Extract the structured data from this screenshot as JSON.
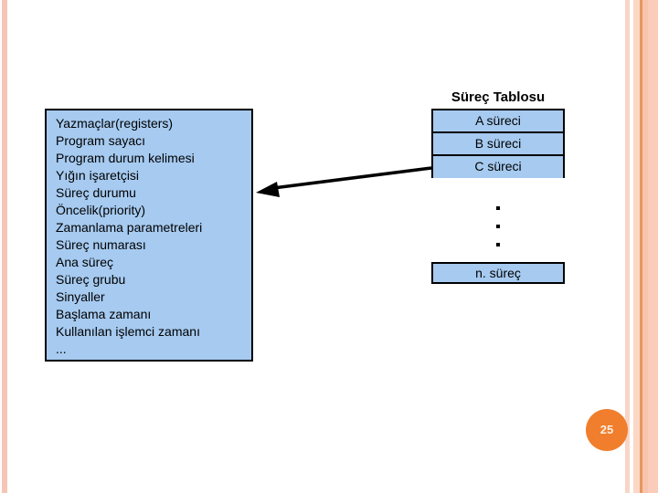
{
  "slide": {
    "page_number": "25"
  },
  "left_box": {
    "items": [
      "Yazmaçlar(registers)",
      "Program sayacı",
      "Program durum kelimesi",
      "Yığın işaretçisi",
      "Süreç durumu",
      "Öncelik(priority)",
      "Zamanlama parametreleri",
      "Süreç numarası",
      "Ana süreç",
      "Süreç grubu",
      "Sinyaller",
      "Başlama zamanı",
      "Kullanılan işlemci zamanı",
      "..."
    ]
  },
  "process_table": {
    "title": "Süreç Tablosu",
    "rows": [
      "A süreci",
      "B süreci",
      "C süreci"
    ],
    "continuation_dots": [
      ".",
      ".",
      "."
    ],
    "last_row": "n. süreç"
  },
  "colors": {
    "box_fill": "#a6caf0",
    "border": "#000000",
    "accent_orange": "#f07e2d",
    "stripe_salmon": "#f6c5b5",
    "stripe_dark_orange": "#e6975f"
  }
}
